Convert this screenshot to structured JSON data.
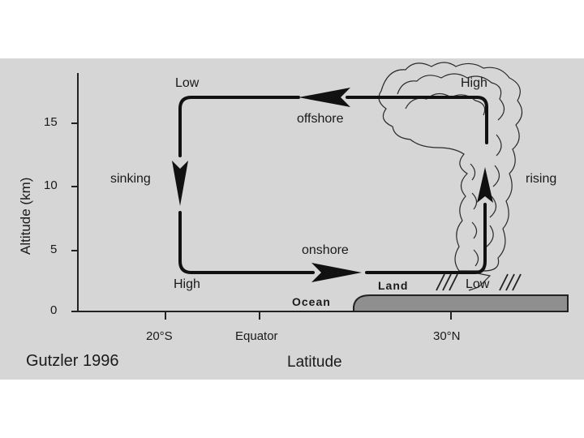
{
  "figure": {
    "credit": "Gutzler 1996",
    "y_axis": {
      "label": "Altitude (km)",
      "ticks": [
        "0",
        "5",
        "10",
        "15"
      ]
    },
    "x_axis": {
      "label": "Latitude",
      "ticks": [
        "20°S",
        "Equator",
        "30°N"
      ]
    },
    "labels": {
      "low_top": "Low",
      "high_top": "High",
      "offshore": "offshore",
      "sinking": "sinking",
      "rising": "rising",
      "onshore": "onshore",
      "high_bottom": "High",
      "land": "Land",
      "low_bottom": "Low",
      "ocean": "Ocean"
    }
  }
}
